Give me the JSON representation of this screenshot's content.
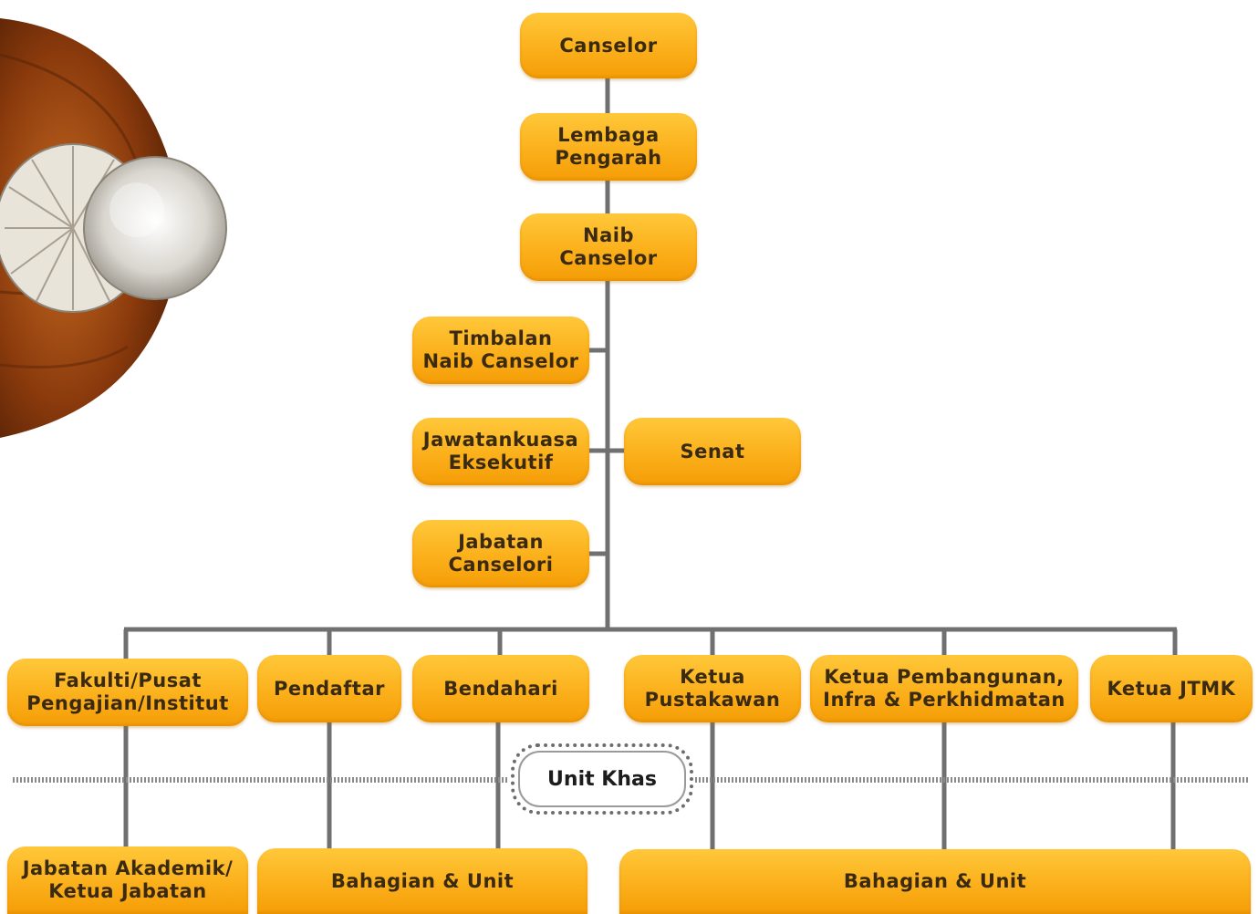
{
  "chart": {
    "top": {
      "canselor": "Canselor",
      "lembaga": "Lembaga\nPengarah",
      "naib": "Naib\nCanselor"
    },
    "staff": {
      "timbalan": "Timbalan\nNaib Canselor",
      "jawatankuasa": "Jawatankuasa\nEksekutif",
      "jabatan_canselori": "Jabatan\nCanselori",
      "senat": "Senat"
    },
    "branches": [
      "Fakulti/Pusat\nPengajian/Institut",
      "Pendaftar",
      "Bendahari",
      "Ketua\nPustakawan",
      "Ketua Pembangunan,\nInfra & Perkhidmatan",
      "Ketua JTMK"
    ],
    "special_unit": "Unit Khas",
    "bottom": {
      "akademik": "Jabatan Akademik/\nKetua Jabatan",
      "bahagian_left": "Bahagian & Unit",
      "bahagian_right": "Bahagian & Unit"
    }
  },
  "colors": {
    "node_fill": "#fbb01b",
    "line": "#707070",
    "text": "#3b2a12"
  }
}
